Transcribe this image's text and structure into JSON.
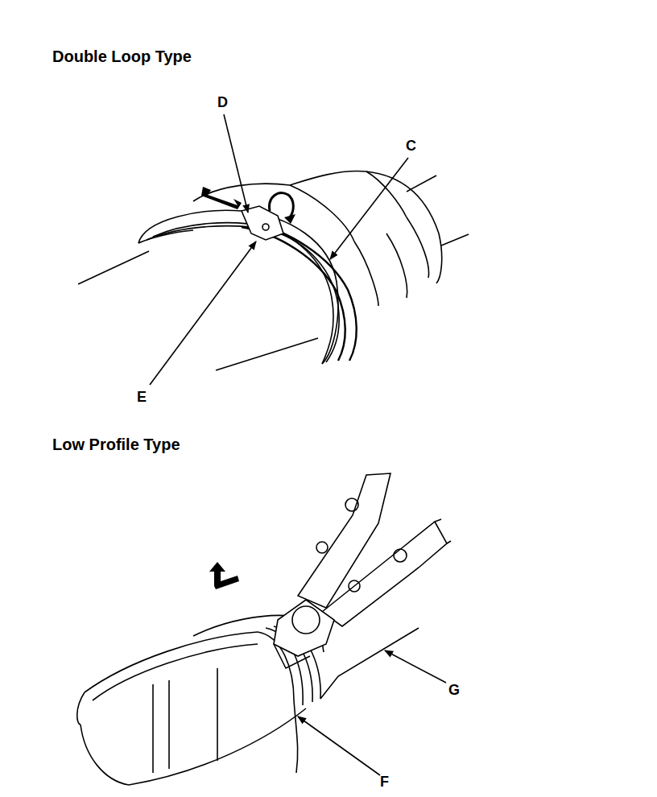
{
  "diagram": {
    "labels": [
      "Double Loop Type",
      "D",
      "C",
      "E",
      "Low Profile Type",
      "G",
      "F"
    ]
  }
}
